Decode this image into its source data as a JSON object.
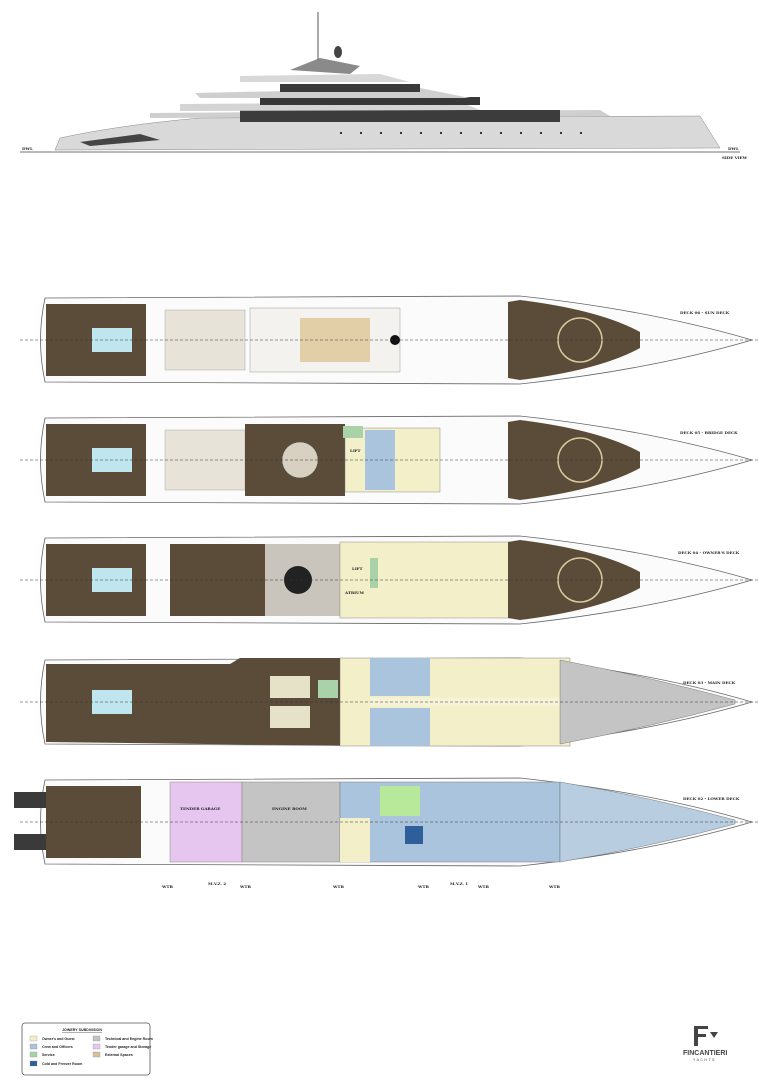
{
  "side_view": {
    "title": "SIDE VIEW",
    "dwl_left": "DWL",
    "dwl_right": "DWL"
  },
  "decks": [
    {
      "label": "DECK 06 - SUN DECK"
    },
    {
      "label": "DECK 05 - BRIDGE DECK"
    },
    {
      "label": "DECK 04 - OWNER'S DECK"
    },
    {
      "label": "DECK 03 - MAIN DECK"
    },
    {
      "label": "DECK 02 - LOWER DECK"
    }
  ],
  "rooms": {
    "lift": "LIFT",
    "atrium": "ATRIUM",
    "tender_garage": "TENDER GARAGE",
    "engine_room": "ENGINE ROOM"
  },
  "bulkheads": {
    "wtb": "WTB",
    "mvz1": "M.V.Z. 1",
    "mvz2": "M.V.Z. 2"
  },
  "legend": {
    "title": "JOINERY SUBDIVISION",
    "items": [
      {
        "label": "Owner's and Guest",
        "color": "#f2efc9"
      },
      {
        "label": "Crew and Officers",
        "color": "#a9c4dc"
      },
      {
        "label": "Service",
        "color": "#a9d2a9"
      },
      {
        "label": "Cold and Freezer Room",
        "color": "#2f5f9a"
      },
      {
        "label": "Technical and Engine Room",
        "color": "#c4c4c4"
      },
      {
        "label": "Tender garage and Storage",
        "color": "#e6c6ee"
      },
      {
        "label": "External Spaces",
        "color": "#d6c09a"
      }
    ]
  },
  "logo": {
    "name": "FINCANTIERI",
    "sub": "YACHTS"
  }
}
